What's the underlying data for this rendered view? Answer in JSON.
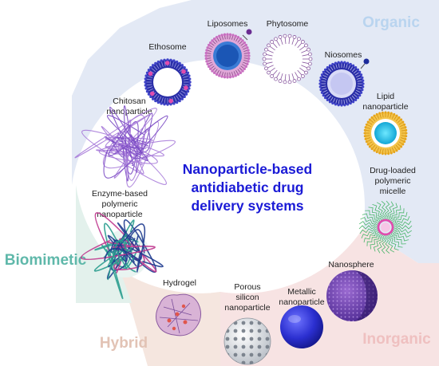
{
  "title_lines": [
    "Nanoparticle-based",
    "antidiabetic drug",
    "delivery systems"
  ],
  "sections": {
    "organic": {
      "label": "Organic",
      "bg": "#e3e9f5",
      "color": "#b9d4ef"
    },
    "inorganic": {
      "label": "Inorganic",
      "bg": "#f7e3e3",
      "color": "#efc0c0"
    },
    "hybrid": {
      "label": "Hybrid",
      "bg": "#f5e6df",
      "color": "#e2c3b5"
    },
    "biomimetic": {
      "label": "Biomimetic",
      "bg": "#e3f1ec",
      "color": "#5fb8aa"
    }
  },
  "items": {
    "liposomes": [
      "Liposomes"
    ],
    "phytosome": [
      "Phytosome"
    ],
    "ethosome": [
      "Ethosome"
    ],
    "niosomes": [
      "Niosomes"
    ],
    "chitosan": [
      "Chitosan",
      "nanoparticle"
    ],
    "lipid": [
      "Lipid",
      "nanoparticle"
    ],
    "micelle": [
      "Drug-loaded",
      "polymeric",
      "micelle"
    ],
    "enzyme": [
      "Enzyme-based",
      "polymeric",
      "nanoparticle"
    ],
    "hydrogel": [
      "Hydrogel"
    ],
    "porous": [
      "Porous",
      "silicon",
      "nanoparticle"
    ],
    "metallic": [
      "Metallic",
      "nanoparticle"
    ],
    "nanosphere": [
      "Nanosphere"
    ]
  }
}
